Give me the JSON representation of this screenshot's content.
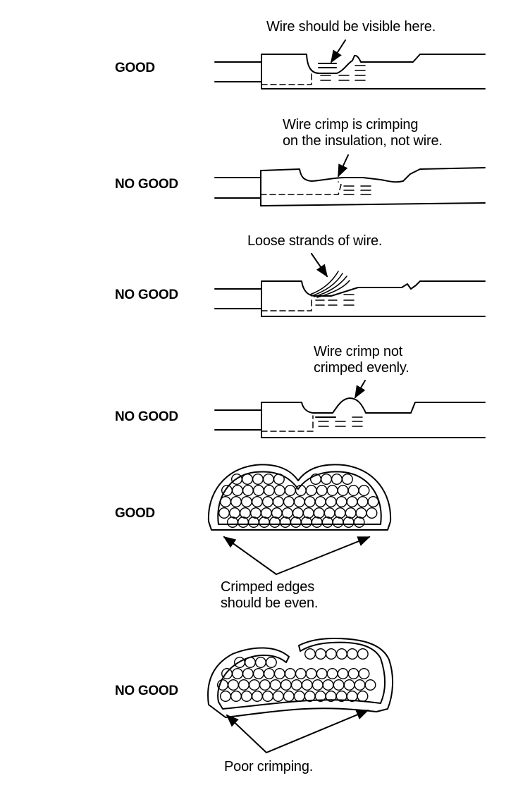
{
  "panels": [
    {
      "label": "GOOD",
      "caption": [
        "Wire should be visible here."
      ]
    },
    {
      "label": "NO GOOD",
      "caption": [
        "Wire crimp is crimping",
        "on the insulation, not wire."
      ]
    },
    {
      "label": "NO GOOD",
      "caption": [
        "Loose strands of wire."
      ]
    },
    {
      "label": "NO GOOD",
      "caption": [
        "Wire crimp not",
        "crimped evenly."
      ]
    },
    {
      "label": "GOOD",
      "caption": [
        "Crimped edges",
        "should be even."
      ]
    },
    {
      "label": "NO GOOD",
      "caption": [
        "Poor crimping."
      ]
    }
  ],
  "colors": {
    "ink": "#000000",
    "background": "#ffffff"
  }
}
